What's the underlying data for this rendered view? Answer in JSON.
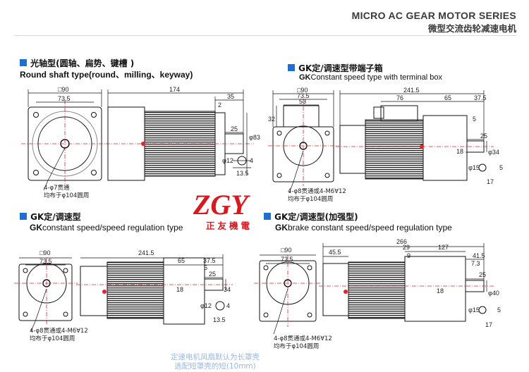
{
  "header": {
    "title_en": "MICRO AC GEAR MOTOR SERIES",
    "title_cn": "微型交流齿轮减速电机"
  },
  "brand": {
    "logo_en": "ZGY",
    "logo_cn": "正友機電"
  },
  "colors": {
    "accent": "#1f6fd0",
    "logo_red": "#d71920",
    "centerline": "#e0262a",
    "footer": "#9bb8e0"
  },
  "sections": [
    {
      "id": "round-shaft",
      "title_cn": "光轴型(圆轴、扁势、键槽 )",
      "title_en": "Round shaft type(round、milling、keyway)"
    },
    {
      "id": "terminal-box",
      "title_cn": "GK定/调速型带端子箱",
      "title_en_bold": "GK",
      "title_en_rest": "Constant speed type with terminal box"
    },
    {
      "id": "constant",
      "title_cn": "GK定/调速型",
      "title_en_bold": "GK",
      "title_en_rest": "constant speed/speed regulation type"
    },
    {
      "id": "brake",
      "title_cn": "GK定/调速型(加强型)",
      "title_en_bold": "GK",
      "title_en_rest": "brake constant speed/speed regulation type"
    }
  ],
  "drawing1": {
    "dims": [
      "□90",
      "73.5",
      "174",
      "35",
      "2",
      "25",
      "φ83",
      "φ12",
      "4",
      "13.5"
    ],
    "note1": "4-φ7贯通",
    "note2": "均布于φ104圆周"
  },
  "drawing2": {
    "dims": [
      "□90",
      "73.5",
      "53",
      "32",
      "241.5",
      "76",
      "65",
      "37.5",
      "5",
      "25",
      "18",
      "φ34",
      "φ15",
      "5",
      "17"
    ],
    "note1": "4-φ8贯通或4-M6Ɐ12",
    "note2": "均布于φ104圆周"
  },
  "drawing3": {
    "dims": [
      "□90",
      "73.5",
      "241.5",
      "65",
      "37.5",
      "5",
      "25",
      "18",
      "34",
      "φ12",
      "4",
      "13.5"
    ],
    "note1": "4-φ8贯通或4-M6Ɐ12",
    "note2": "均布于φ104圆周"
  },
  "drawing4": {
    "dims": [
      "□90",
      "73.5",
      "266",
      "45.5",
      "29",
      "9",
      "127",
      "41.5",
      "7.3",
      "25",
      "18",
      "φ40",
      "φ15",
      "5",
      "17"
    ],
    "note1": "4-φ8贯通或4-M6Ɐ12",
    "note2": "均布于φ104圆周"
  },
  "footer": {
    "line1": "定速电机风扇默认为长罩壳",
    "line2": "选配短罩壳的短(10mm)"
  }
}
